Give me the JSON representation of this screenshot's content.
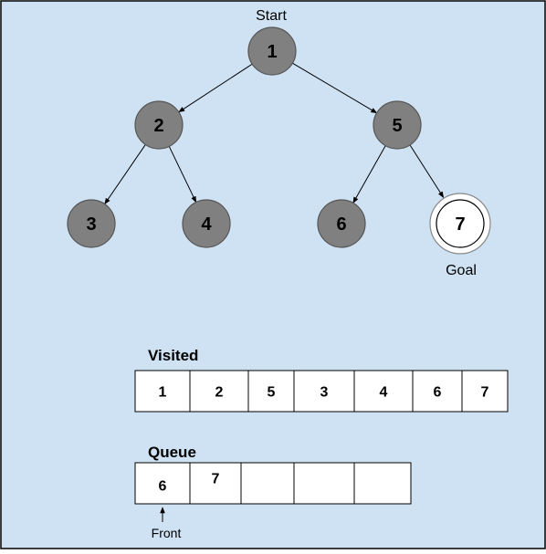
{
  "diagram": {
    "background_color": "#cfe2f3",
    "node_fill": "#808080",
    "goal_fill": "#ffffff",
    "start_label": "Start",
    "goal_label": "Goal",
    "nodes": [
      "1",
      "2",
      "5",
      "3",
      "4",
      "6",
      "7"
    ],
    "edges": [
      [
        "1",
        "2"
      ],
      [
        "1",
        "5"
      ],
      [
        "2",
        "3"
      ],
      [
        "2",
        "4"
      ],
      [
        "5",
        "6"
      ],
      [
        "5",
        "7"
      ]
    ],
    "start_node": "1",
    "goal_node": "7"
  },
  "visited": {
    "title": "Visited",
    "cells": [
      "1",
      "2",
      "5",
      "3",
      "4",
      "6",
      "7"
    ]
  },
  "queue": {
    "title": "Queue",
    "cells": [
      "6",
      "7",
      "",
      "",
      ""
    ],
    "front_label": "Front"
  }
}
